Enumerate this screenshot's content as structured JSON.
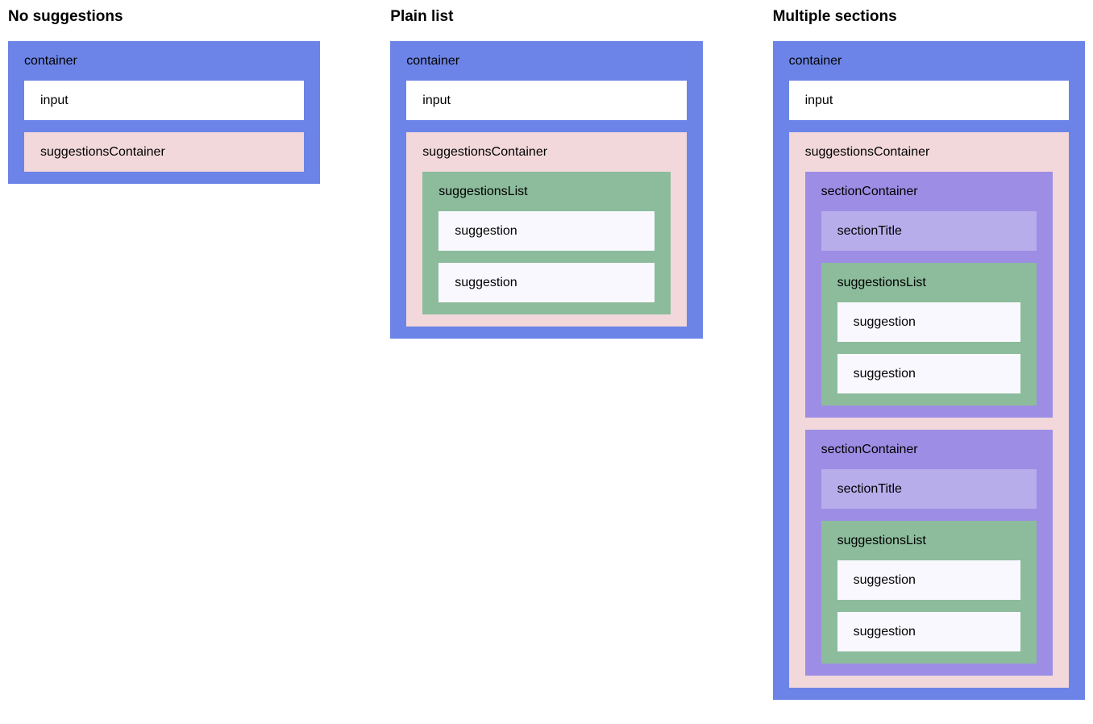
{
  "sections": [
    {
      "heading": "No suggestions"
    },
    {
      "heading": "Plain list"
    },
    {
      "heading": "Multiple sections"
    }
  ],
  "labels": {
    "container": "container",
    "input": "input",
    "suggestionsContainer": "suggestionsContainer",
    "suggestionsList": "suggestionsList",
    "suggestion": "suggestion",
    "sectionContainer": "sectionContainer",
    "sectionTitle": "sectionTitle"
  },
  "colors": {
    "container": "#6C84E7",
    "input": "#FFFFFF",
    "suggestionsContainer": "#F2D8DB",
    "suggestionsList": "#8CBC9C",
    "suggestion": "#FAF8FF",
    "sectionContainer": "#9D8DE5",
    "sectionTitle": "#B7ADEB",
    "text": "#000000",
    "page_background": "#FFFFFF"
  }
}
